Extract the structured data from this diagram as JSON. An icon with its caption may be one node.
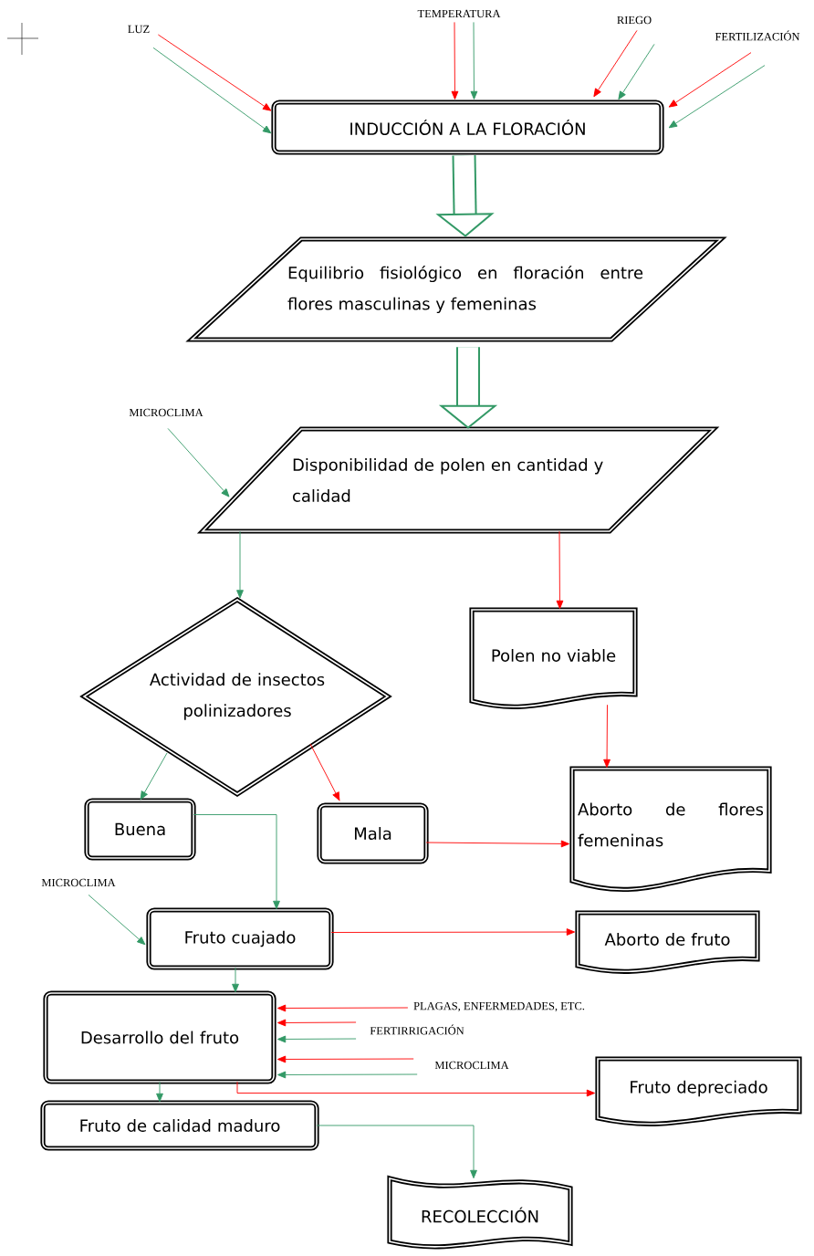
{
  "diagram": {
    "nodes": [
      {
        "text": [
          "LUZ"
        ]
      },
      {
        "text": [
          "TEMPERATURA"
        ]
      },
      {
        "text": [
          "RIEGO"
        ]
      },
      {
        "text": [
          "FERTILIZACIÓN"
        ]
      },
      {
        "text": [
          "INDUCCIÓN A LA FLORACIÓN"
        ]
      },
      {
        "text": [
          "Equilibrio fisiológico en floración entre flores masculinas y femeninas"
        ]
      },
      {
        "text": [
          "MICROCLIMA"
        ]
      },
      {
        "text": [
          "Disponibilidad de polen en cantidad y calidad"
        ]
      },
      {
        "text": [
          "Actividad de insectos polinizadores"
        ]
      },
      {
        "text": [
          "Polen no viable"
        ]
      },
      {
        "text": [
          "Buena"
        ]
      },
      {
        "text": [
          "Mala"
        ]
      },
      {
        "text": [
          "Aborto de flores femeninas"
        ]
      },
      {
        "text": [
          "MICROCLIMA"
        ]
      },
      {
        "text": [
          "Fruto cuajado"
        ]
      },
      {
        "text": [
          "Aborto de fruto"
        ]
      },
      {
        "text": [
          "Desarrollo del fruto"
        ]
      },
      {
        "text": [
          "PLAGAS, ENFERMEDADES, ETC."
        ]
      },
      {
        "text": [
          "FERTIRRIGACIÓN"
        ]
      },
      {
        "text": [
          "MICROCLIMA"
        ]
      },
      {
        "text": [
          "Fruto depreciado"
        ]
      },
      {
        "text": [
          "Fruto de calidad maduro"
        ]
      },
      {
        "text": [
          "RECOLECCIÓN"
        ]
      }
    ],
    "edges": [
      {
        "from": 0,
        "to": 4,
        "arrow": "to",
        "color": "#ff0000"
      },
      {
        "from": 0,
        "to": 4,
        "arrow": "to",
        "color": "#339966"
      },
      {
        "from": 1,
        "to": 4,
        "arrow": "to",
        "color": "#ff0000"
      },
      {
        "from": 1,
        "to": 4,
        "arrow": "to",
        "color": "#339966"
      },
      {
        "from": 2,
        "to": 4,
        "arrow": "to",
        "color": "#ff0000"
      },
      {
        "from": 2,
        "to": 4,
        "arrow": "to",
        "color": "#339966"
      },
      {
        "from": 3,
        "to": 4,
        "arrow": "to",
        "color": "#ff0000"
      },
      {
        "from": 3,
        "to": 4,
        "arrow": "to",
        "color": "#339966"
      },
      {
        "from": 4,
        "to": 5,
        "arrow": "to",
        "style": "thick",
        "color": "#339966"
      },
      {
        "from": 5,
        "to": 7,
        "arrow": "to",
        "style": "thick",
        "color": "#339966"
      },
      {
        "from": 6,
        "to": 7,
        "arrow": "to",
        "color": "#339966"
      },
      {
        "from": 7,
        "to": 8,
        "arrow": "to",
        "color": "#339966"
      },
      {
        "from": 7,
        "to": 9,
        "arrow": "to",
        "color": "#ff0000"
      },
      {
        "from": 8,
        "to": 10,
        "arrow": "to",
        "color": "#339966"
      },
      {
        "from": 8,
        "to": 11,
        "arrow": "to",
        "color": "#ff0000"
      },
      {
        "from": 9,
        "to": 12,
        "arrow": "to",
        "color": "#ff0000"
      },
      {
        "from": 11,
        "to": 12,
        "arrow": "to",
        "color": "#ff0000"
      },
      {
        "from": 10,
        "to": 14,
        "arrow": "to",
        "color": "#339966"
      },
      {
        "from": 13,
        "to": 14,
        "arrow": "to",
        "color": "#339966"
      },
      {
        "from": 14,
        "to": 15,
        "arrow": "to",
        "color": "#ff0000"
      },
      {
        "from": 14,
        "to": 16,
        "arrow": "to",
        "color": "#339966"
      },
      {
        "from": 17,
        "to": 16,
        "arrow": "to",
        "color": "#ff0000"
      },
      {
        "from": 18,
        "to": 16,
        "arrow": "to",
        "color": "#ff0000"
      },
      {
        "from": 18,
        "to": 16,
        "arrow": "to",
        "color": "#339966"
      },
      {
        "from": 19,
        "to": 16,
        "arrow": "to",
        "color": "#ff0000"
      },
      {
        "from": 19,
        "to": 16,
        "arrow": "to",
        "color": "#339966"
      },
      {
        "from": 16,
        "to": 20,
        "arrow": "to",
        "color": "#ff0000"
      },
      {
        "from": 16,
        "to": 21,
        "arrow": "to",
        "color": "#339966"
      },
      {
        "from": 21,
        "to": 22,
        "arrow": "to",
        "color": "#339966"
      }
    ]
  }
}
